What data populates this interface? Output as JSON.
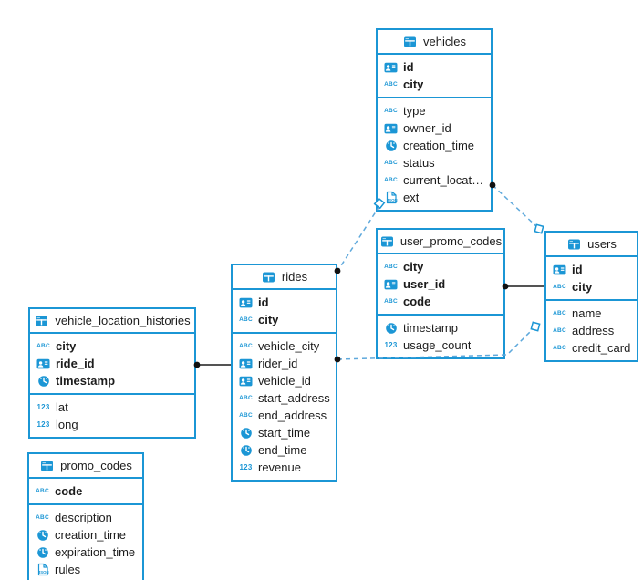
{
  "diagram": {
    "colors": {
      "accent": "#1b96d5",
      "dashed_line": "#5fa9dc",
      "solid_line": "#1c1c1c",
      "text": "#1c1c1c",
      "background": "#ffffff"
    },
    "icons": {
      "text_type_label": "ABC",
      "number_type_label": "123",
      "json_type_label": "JSON"
    },
    "tables": [
      {
        "title": "vehicles",
        "primary_fields": [
          {
            "name": "id",
            "type": "uuid"
          },
          {
            "name": "city",
            "type": "text"
          }
        ],
        "fields": [
          {
            "name": "type",
            "type": "text"
          },
          {
            "name": "owner_id",
            "type": "uuid"
          },
          {
            "name": "creation_time",
            "type": "time"
          },
          {
            "name": "status",
            "type": "text"
          },
          {
            "name": "current_location",
            "type": "text"
          },
          {
            "name": "ext",
            "type": "json"
          }
        ]
      },
      {
        "title": "user_promo_codes",
        "primary_fields": [
          {
            "name": "city",
            "type": "text"
          },
          {
            "name": "user_id",
            "type": "uuid"
          },
          {
            "name": "code",
            "type": "text"
          }
        ],
        "fields": [
          {
            "name": "timestamp",
            "type": "time"
          },
          {
            "name": "usage_count",
            "type": "number"
          }
        ]
      },
      {
        "title": "users",
        "primary_fields": [
          {
            "name": "id",
            "type": "uuid"
          },
          {
            "name": "city",
            "type": "text"
          }
        ],
        "fields": [
          {
            "name": "name",
            "type": "text"
          },
          {
            "name": "address",
            "type": "text"
          },
          {
            "name": "credit_card",
            "type": "text"
          }
        ]
      },
      {
        "title": "rides",
        "primary_fields": [
          {
            "name": "id",
            "type": "uuid"
          },
          {
            "name": "city",
            "type": "text"
          }
        ],
        "fields": [
          {
            "name": "vehicle_city",
            "type": "text"
          },
          {
            "name": "rider_id",
            "type": "uuid"
          },
          {
            "name": "vehicle_id",
            "type": "uuid"
          },
          {
            "name": "start_address",
            "type": "text"
          },
          {
            "name": "end_address",
            "type": "text"
          },
          {
            "name": "start_time",
            "type": "time"
          },
          {
            "name": "end_time",
            "type": "time"
          },
          {
            "name": "revenue",
            "type": "number"
          }
        ]
      },
      {
        "title": "vehicle_location_histories",
        "primary_fields": [
          {
            "name": "city",
            "type": "text"
          },
          {
            "name": "ride_id",
            "type": "uuid"
          },
          {
            "name": "timestamp",
            "type": "time"
          }
        ],
        "fields": [
          {
            "name": "lat",
            "type": "number"
          },
          {
            "name": "long",
            "type": "number"
          }
        ]
      },
      {
        "title": "promo_codes",
        "primary_fields": [
          {
            "name": "code",
            "type": "text"
          }
        ],
        "fields": [
          {
            "name": "description",
            "type": "text"
          },
          {
            "name": "creation_time",
            "type": "time"
          },
          {
            "name": "expiration_time",
            "type": "time"
          },
          {
            "name": "rules",
            "type": "json"
          }
        ]
      }
    ],
    "relationships": [
      {
        "from": "rides",
        "to": "vehicles",
        "style": "dashed"
      },
      {
        "from": "users",
        "to": "vehicles",
        "style": "dashed"
      },
      {
        "from": "user_promo_codes",
        "to": "users",
        "style": "solid"
      },
      {
        "from": "rides",
        "to": "users",
        "style": "dashed"
      },
      {
        "from": "vehicle_location_histories",
        "to": "rides",
        "style": "solid"
      }
    ]
  }
}
